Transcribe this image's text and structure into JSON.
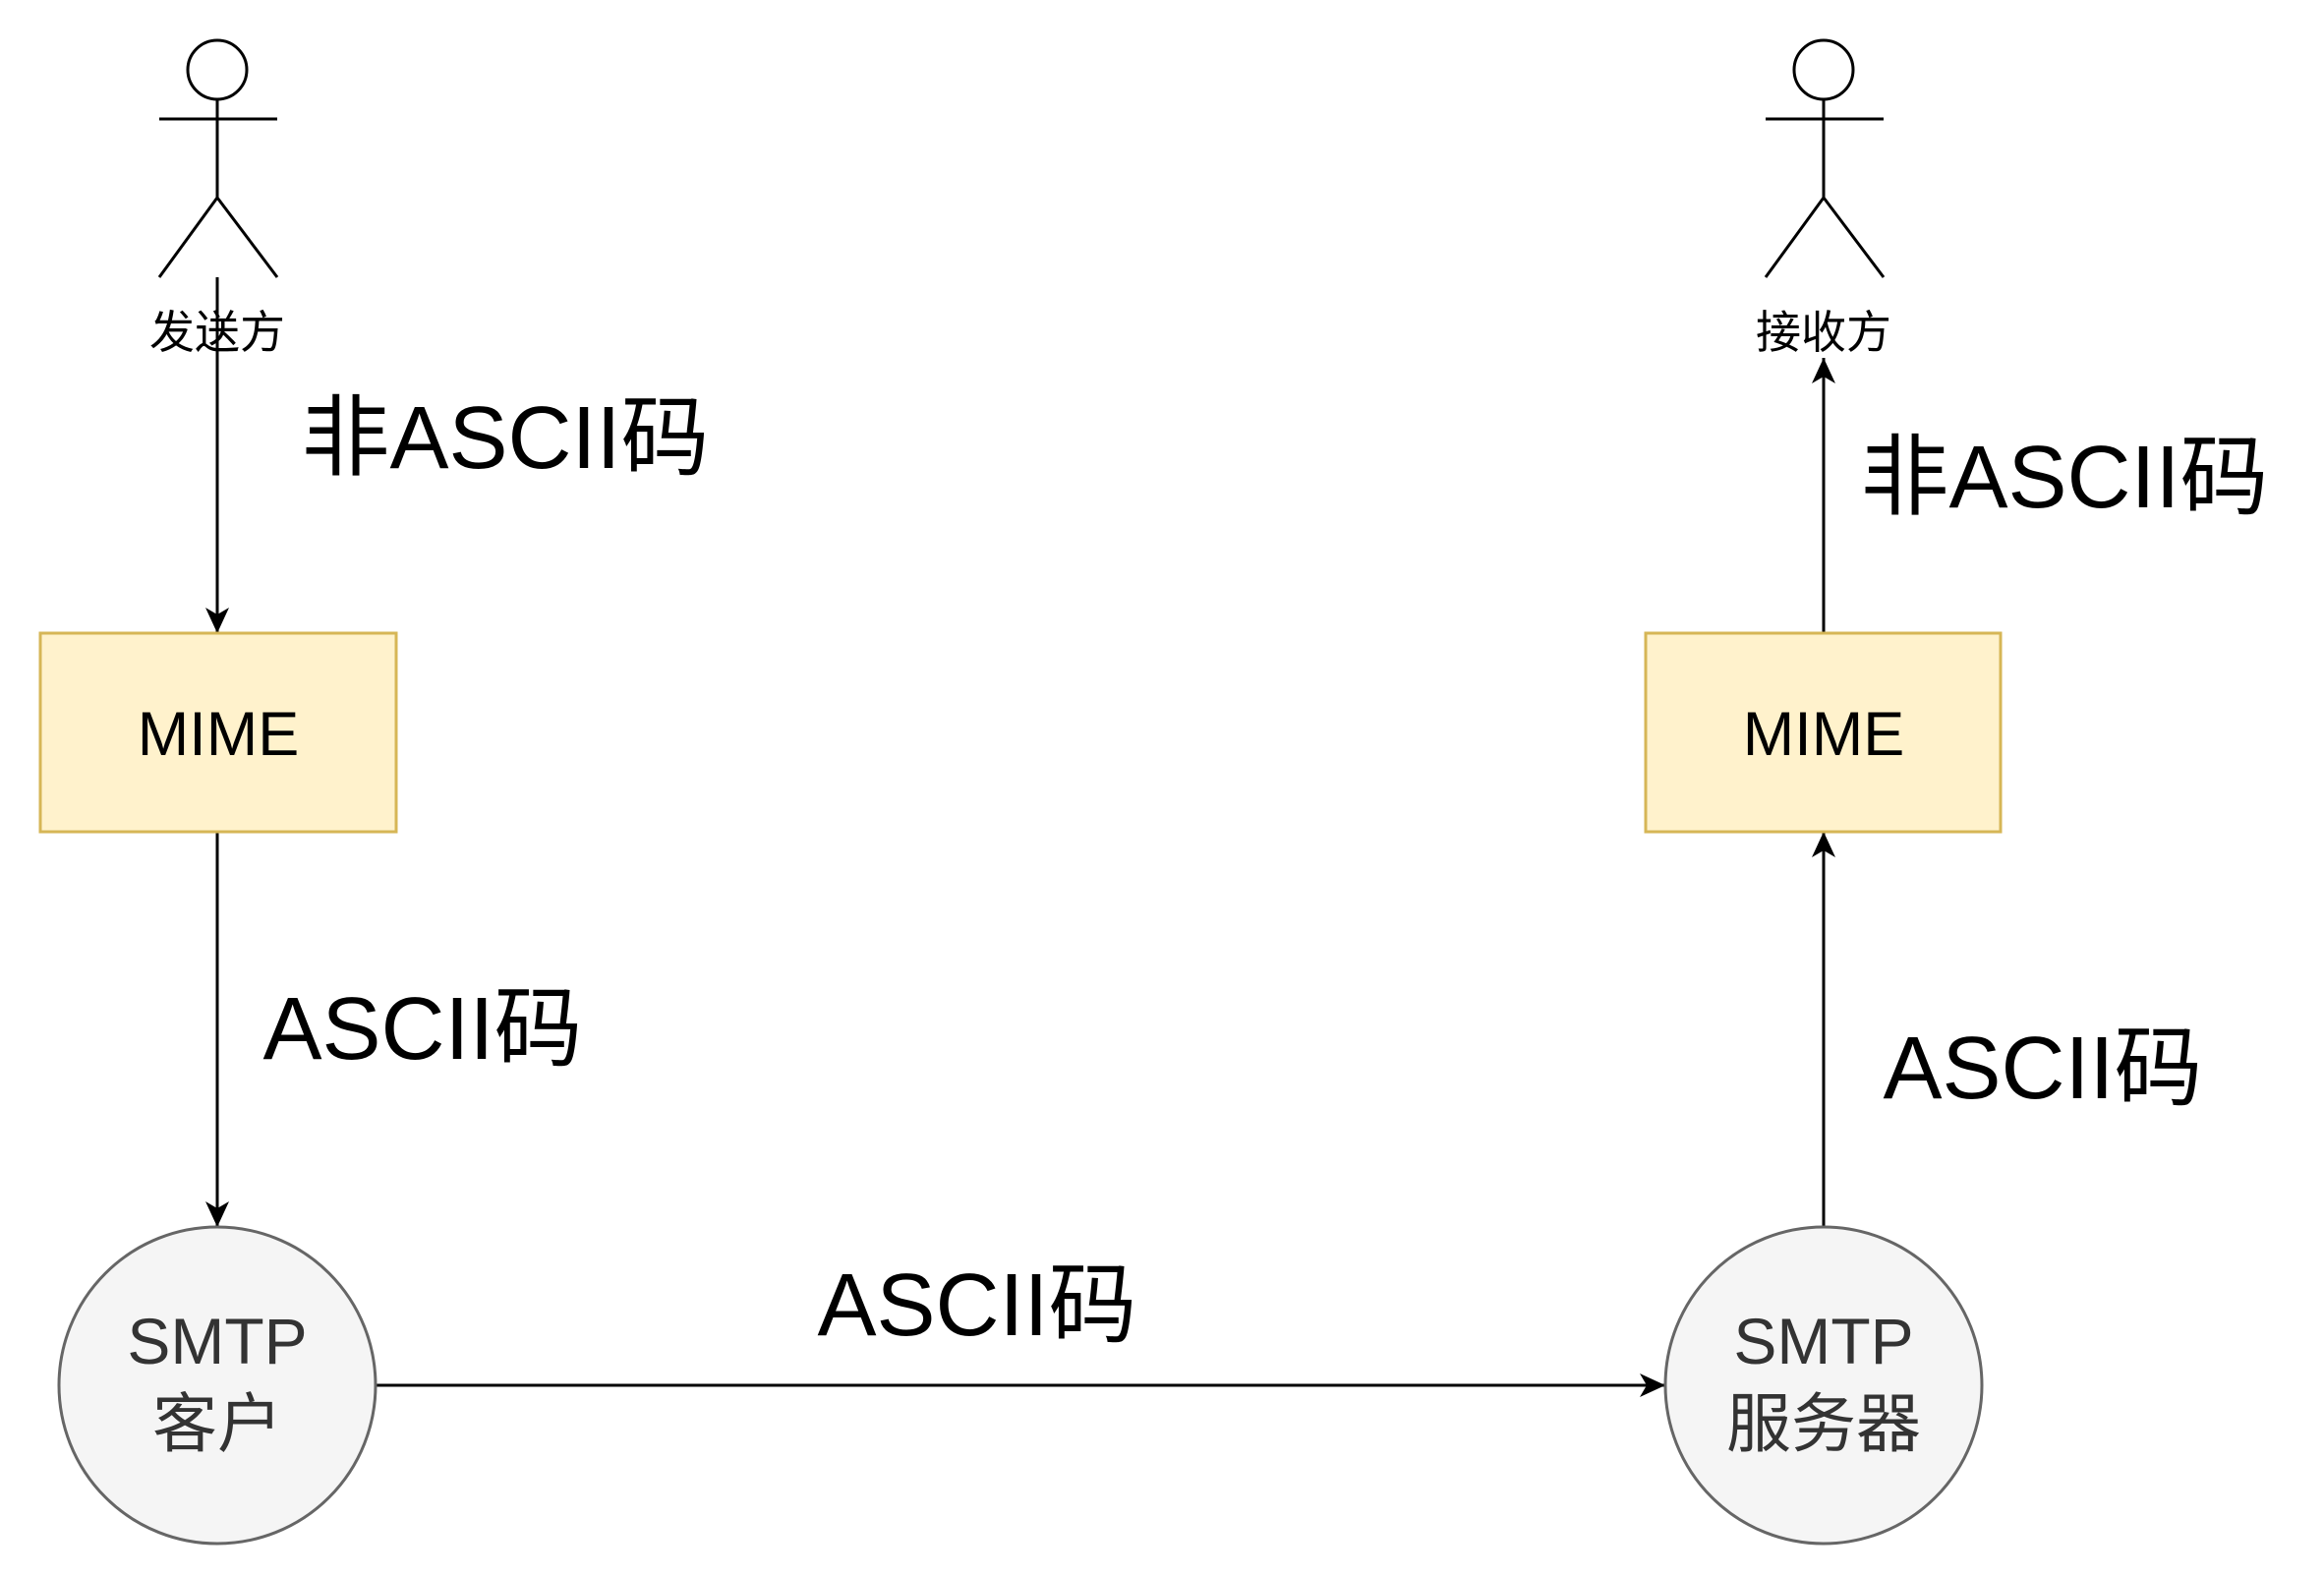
{
  "sender": {
    "label": "发送方"
  },
  "receiver": {
    "label": "接收方"
  },
  "sender_mime": {
    "label": "MIME"
  },
  "receiver_mime": {
    "label": "MIME"
  },
  "smtp_client": {
    "lines": [
      "SMTP",
      "客户"
    ]
  },
  "smtp_server": {
    "lines": [
      "SMTP",
      "服务器"
    ]
  },
  "edge_labels": {
    "sender_to_mime": "非ASCII码",
    "mime_to_client": "ASCII码",
    "client_to_server": "ASCII码",
    "server_to_mime": "ASCII码",
    "mime_to_receiver": "非ASCII码"
  },
  "colors": {
    "line": "#000000",
    "mime_fill": "#fff2cc",
    "mime_stroke": "#d6b656",
    "smtp_fill": "#f5f5f5",
    "smtp_stroke": "#666666",
    "smtp_text": "#333333"
  }
}
